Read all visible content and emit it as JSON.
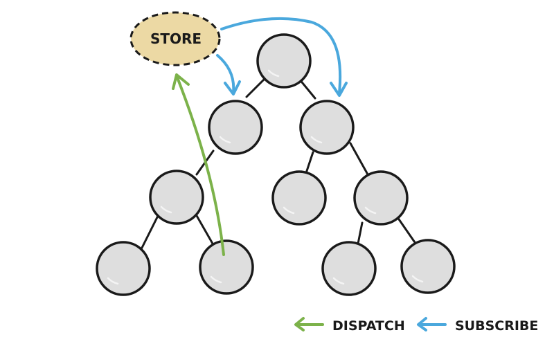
{
  "store": {
    "label": "STORE"
  },
  "legend": {
    "dispatch_label": "DISPATCH",
    "subscribe_label": "SUBSCRIBE"
  },
  "colors": {
    "dispatch": "#7cb24a",
    "subscribe": "#4aa8dd",
    "store_fill": "#ecd9a4",
    "node_fill": "#dedede",
    "outline": "#1a1a1a"
  },
  "icons": {
    "dispatch": "arrow-left-icon",
    "subscribe": "arrow-left-icon"
  }
}
